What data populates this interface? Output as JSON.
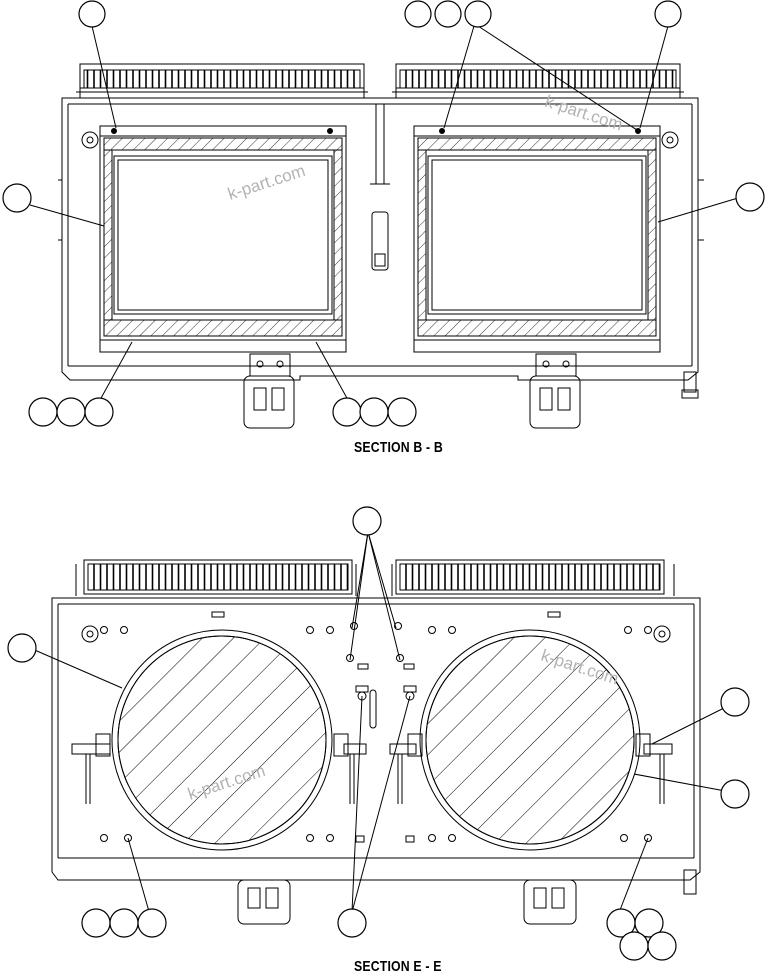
{
  "sections": {
    "top_title": "SECTION B - B",
    "bottom_title": "SECTION E - E"
  },
  "watermark": {
    "text": "k-part.com",
    "color": "#b3b3b3"
  },
  "line_color": "#000000",
  "callout_balloon_count": 25
}
